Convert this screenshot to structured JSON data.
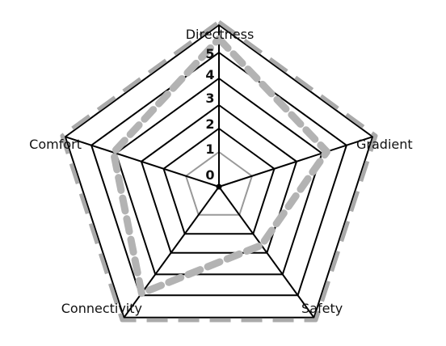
{
  "chart_data": {
    "type": "radar",
    "axes": [
      "Directness",
      "Gradient",
      "Safety",
      "Connectivity",
      "Comfort"
    ],
    "r_range": [
      0,
      5
    ],
    "ticks": [
      "0",
      "1",
      "2",
      "3",
      "4",
      "5"
    ],
    "grid": true,
    "grid_color": "#000000",
    "inner_ring_color": "#999999",
    "series": [
      {
        "values": [
          5,
          5,
          5,
          5,
          5
        ],
        "color": "#aaaaaa",
        "style": "dashed-thin"
      },
      {
        "values": [
          4.5,
          3.2,
          1.6,
          3.9,
          3.1
        ],
        "color": "#b3b3b3",
        "style": "dashed-thick"
      }
    ]
  }
}
